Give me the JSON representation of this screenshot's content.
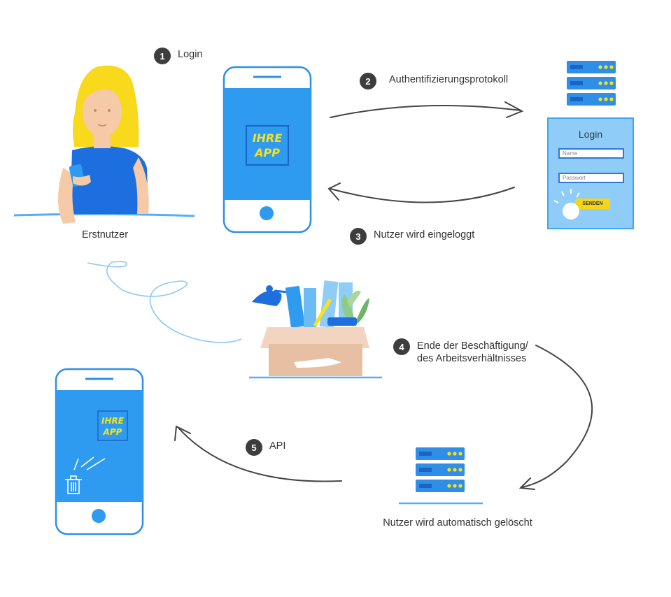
{
  "steps": [
    {
      "num": "1",
      "label": "Login"
    },
    {
      "num": "2",
      "label": "Authentifizierungsprotokoll"
    },
    {
      "num": "3",
      "label": "Nutzer wird eingeloggt"
    },
    {
      "num": "4",
      "label_line1": "Ende der Beschäftigung/",
      "label_line2": "des Arbeitsverhältnisses"
    },
    {
      "num": "5",
      "label": "API"
    }
  ],
  "captions": {
    "user": "Erstnutzer",
    "deleted": "Nutzer wird automatisch gelöscht"
  },
  "phone": {
    "app_line1": "IHRE",
    "app_line2": "APP"
  },
  "login_form": {
    "title": "Login",
    "name_placeholder": "Name",
    "password_placeholder": "Passwort",
    "send_label": "SENDEN"
  },
  "colors": {
    "phone_screen": "#2e9bf0",
    "phone_border": "#2f8fe6",
    "server": "#2f8fe6",
    "server_dot": "#f7e21b",
    "arrow": "#444444",
    "box": "#e7bfa3",
    "hair": "#f8d91c"
  }
}
